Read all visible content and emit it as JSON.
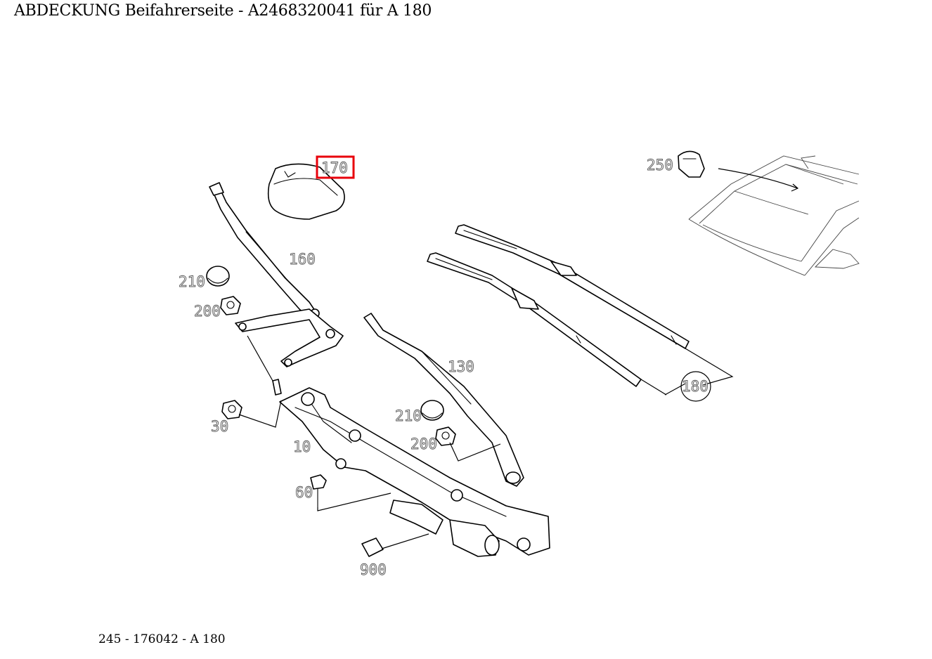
{
  "title": "ABDECKUNG Beifahrerseite - A2468320041 für A 180",
  "footer": "245 - 176042 - A 180",
  "highlight_color": "#e8000b",
  "callouts": {
    "p170": "170",
    "p160": "160",
    "p210a": "210",
    "p200a": "200",
    "p30": "30",
    "p10": "10",
    "p60": "60",
    "p900": "900",
    "p130": "130",
    "p210b": "210",
    "p200b": "200",
    "p180": "180",
    "p250": "250"
  }
}
